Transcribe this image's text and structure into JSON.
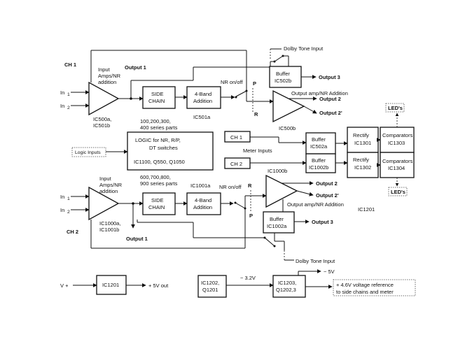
{
  "ch1": {
    "label": "CH 1",
    "in1": "In",
    "in1_sub": "1",
    "in2": "In",
    "in2_sub": "2",
    "input_amps_1": "Input",
    "input_amps_2": "Amps/NR",
    "input_amps_3": "addition",
    "amp_ic_1": "IC500a,",
    "amp_ic_2": "IC501b",
    "output1": "Output 1",
    "side_chain_1": "SIDE",
    "side_chain_2": "CHAIN",
    "addition_1": "4-Band",
    "addition_2": "Addition",
    "addition_ic": "IC501a",
    "nr_onoff": "NR on/off",
    "p": "P",
    "r": "R",
    "dolby_tone": "Dolby Tone Input",
    "buffer": "Buffer",
    "buffer_ic": "IC502b",
    "output3": "Output 3",
    "output_amp_nr": "Output amp/NR Addition",
    "output2": "Output 2",
    "output2p": "Output 2'",
    "out_amp_ic": "IC500b"
  },
  "logic": {
    "series_top_1": "100,200,300,",
    "series_top_2": "400 series parts",
    "line1": "LOGIC  for  NR, R/P,",
    "line2": "DT  switches",
    "line3": "IC1100, Q550, Q1050",
    "series_bot_1": "600,700,800,",
    "series_bot_2": "900 series parts",
    "logic_inputs": "Logic Inputs"
  },
  "meter": {
    "ch1": "CH 1",
    "ch2": "CH 2",
    "meter_inputs": "Meter Inputs",
    "buf_a": "Buffer",
    "buf_a_ic": "IC502a",
    "buf_b": "Buffer",
    "buf_b_ic": "IC1002b",
    "rect_a": "Rectify",
    "rect_a_ic": "IC1301",
    "rect_b": "Rectify",
    "rect_b_ic": "IC1302",
    "comp_a": "Comparators",
    "comp_a_ic": "IC1303",
    "comp_b": "Comparators",
    "comp_b_ic": "IC1304",
    "leds_top": "LED's",
    "leds_bot": "LED's",
    "ic1201": "IC1201"
  },
  "ch2": {
    "label": "CH 2",
    "in1": "In",
    "in1_sub": "1",
    "in2": "In",
    "in2_sub": "2",
    "input_amps_1": "Input",
    "input_amps_2": "Amps/NR",
    "input_amps_3": "addition",
    "amp_ic_1": "IC1000a,",
    "amp_ic_2": "IC1001b",
    "output1": "Output 1",
    "side_chain_1": "SIDE",
    "side_chain_2": "CHAIN",
    "addition_1": "4-Band",
    "addition_2": "Addition",
    "addition_ic": "IC1001a",
    "nr_onoff": "NR on/off",
    "r": "R",
    "p": "P",
    "out_amp_ic": "IC1000b",
    "output2": "Output 2",
    "output2p": "Output 2'",
    "output_amp_nr": "Output amp/NR Addition",
    "buffer": "Buffer",
    "buffer_ic": "IC1002a",
    "output3": "Output 3",
    "dolby_tone": "Dolby Tone Input"
  },
  "power": {
    "vplus": "V +",
    "ic1201": "IC1201",
    "out5v": "+ 5V out",
    "ic1202_1": "IC1202,",
    "ic1202_2": "Q1201",
    "neg32": "− 3.2V",
    "ic1203_1": "IC1203,",
    "ic1203_2": "Q1202,3",
    "neg5": "− 5V",
    "ref_1": "+ 4.6V  voltage reference",
    "ref_2": "to side chains and meter"
  }
}
